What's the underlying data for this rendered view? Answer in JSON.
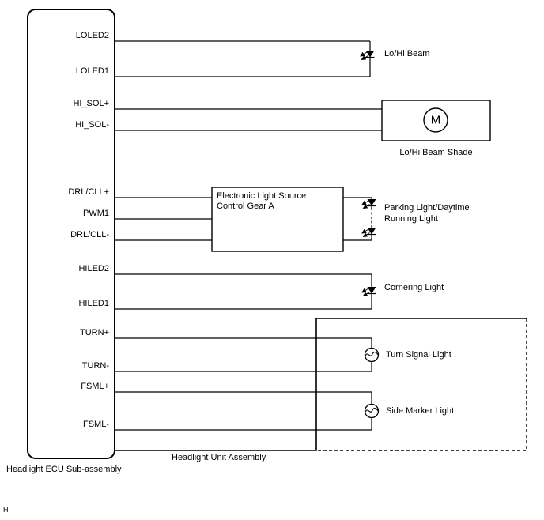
{
  "page_marker": "H",
  "ecu": {
    "label": "Headlight ECU Sub-assembly",
    "pins": [
      "LOLED2",
      "LOLED1",
      "HI_SOL+",
      "HI_SOL-",
      "DRL/CLL+",
      "PWM1",
      "DRL/CLL-",
      "HILED2",
      "HILED1",
      "TURN+",
      "TURN-",
      "FSML+",
      "FSML-"
    ]
  },
  "assembly": {
    "label": "Headlight Unit Assembly"
  },
  "components": {
    "lo_hi_beam": {
      "label": "Lo/Hi Beam"
    },
    "lo_hi_beam_shade": {
      "label": "Lo/Hi Beam Shade",
      "motor": "M"
    },
    "control_gear": {
      "line1": "Electronic Light Source",
      "line2": "Control Gear A"
    },
    "parking_light": {
      "line1": "Parking Light/Daytime",
      "line2": "Running Light"
    },
    "cornering_light": {
      "label": "Cornering Light"
    },
    "turn_signal_light": {
      "label": "Turn Signal Light"
    },
    "side_marker_light": {
      "label": "Side Marker Light"
    }
  },
  "colors": {
    "line": "#000000",
    "background": "#ffffff"
  }
}
